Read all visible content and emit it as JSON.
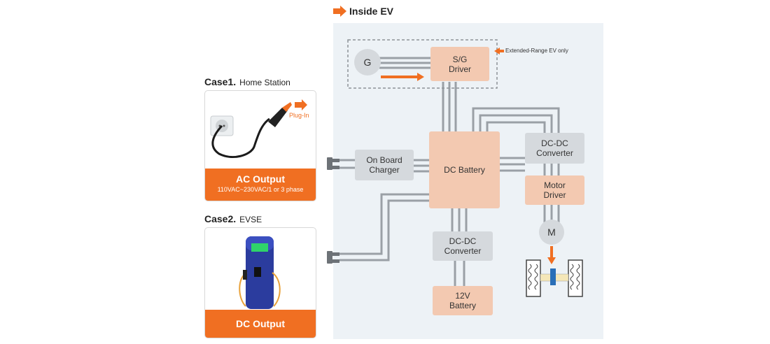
{
  "header": {
    "title": "Inside EV",
    "accent": "#f06f22"
  },
  "colors": {
    "panel": "#edf2f6",
    "block_peach": "#f3c9b1",
    "block_grey": "#d5d9dd",
    "wire": "#9aa0a6",
    "orange": "#f06f22"
  },
  "case1": {
    "title": "Case1.",
    "subtitle": "Home Station",
    "plug_label": "Plug-In",
    "output_title": "AC Output",
    "output_detail": "110VAC~230VAC/1 or 3 phase"
  },
  "case2": {
    "title": "Case2.",
    "subtitle": "EVSE",
    "output_title": "DC Output"
  },
  "diagram": {
    "generator": "G",
    "sg_driver": "S/G\nDriver",
    "extended_note": "Extended-Range EV only",
    "onboard_charger": "On Board\nCharger",
    "dc_battery": "DC Battery",
    "dcdc_top": "DC-DC\nConverter",
    "motor_driver": "Motor\nDriver",
    "motor": "M",
    "dcdc_bottom": "DC-DC\nConverter",
    "battery_12v": "12V\nBattery"
  }
}
